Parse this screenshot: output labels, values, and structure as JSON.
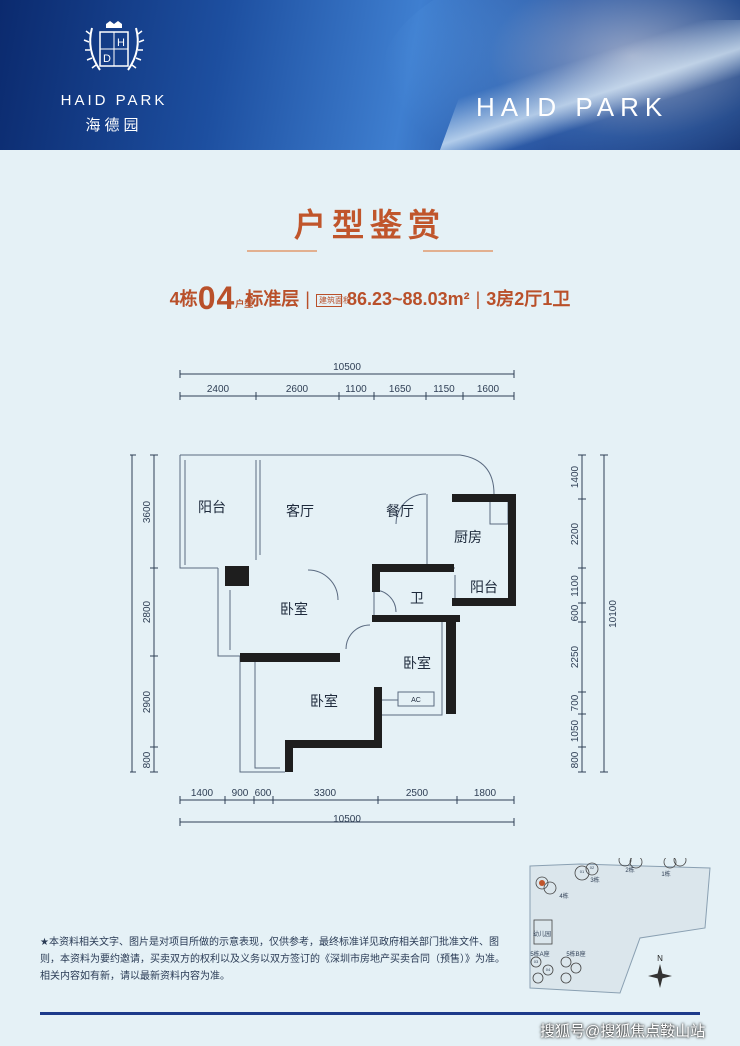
{
  "banner": {
    "brand_left": "HAID PARK",
    "brand_left_cn": "海德园",
    "brand_right": "HAID PARK",
    "crest_letters": [
      "H",
      "D"
    ]
  },
  "title": "户型鉴赏",
  "subtitle": {
    "building": "4栋",
    "unit_no": "04",
    "unit_suffix": "户型",
    "type": "标准层",
    "area_tag": "建筑面积",
    "area": "86.23~88.03m²",
    "layout": "3房2厅1卫"
  },
  "plan": {
    "top_total": "10500",
    "top_dims": [
      "2400",
      "2600",
      "1100",
      "1650",
      "1150",
      "1600"
    ],
    "bottom_dims": [
      "1400",
      "900",
      "600",
      "3300",
      "2500",
      "1800"
    ],
    "bottom_total": "10500",
    "left_dims": [
      "3600",
      "2800",
      "2900",
      "800"
    ],
    "left_total": "10100",
    "right_dims": [
      "1400",
      "2200",
      "1100",
      "600",
      "2250",
      "700",
      "1050",
      "800"
    ],
    "right_total": "10100",
    "rooms": {
      "balcony_west": "阳台",
      "living": "客厅",
      "dining": "餐厅",
      "kitchen": "厨房",
      "bath": "卫",
      "balcony_east": "阳台",
      "bedroom_1": "卧室",
      "bedroom_2": "卧室",
      "bedroom_3": "卧室",
      "ac": "AC"
    }
  },
  "disclaimer": "★本资料相关文字、图片是对项目所做的示意表现，仅供参考，最终标准详见政府相关部门批准文件、图则，本资料为要约邀请，买卖双方的权利以及义务以双方签订的《深圳市房地产买卖合同（预售）》为准。相关内容如有新，请以最新资料内容为准。",
  "siteplan": {
    "labels": [
      "3栋",
      "2栋",
      "1栋",
      "4栋",
      "幼儿园",
      "5栋A座",
      "5栋B座"
    ],
    "unit_marks": [
      "01",
      "02",
      "03",
      "04"
    ],
    "north": "N"
  },
  "watermark": "搜狐号@搜狐焦点鞍山站",
  "colors": {
    "accent": "#c0552b",
    "navy": "#1c3a8a",
    "background": "#e5f1f6"
  }
}
